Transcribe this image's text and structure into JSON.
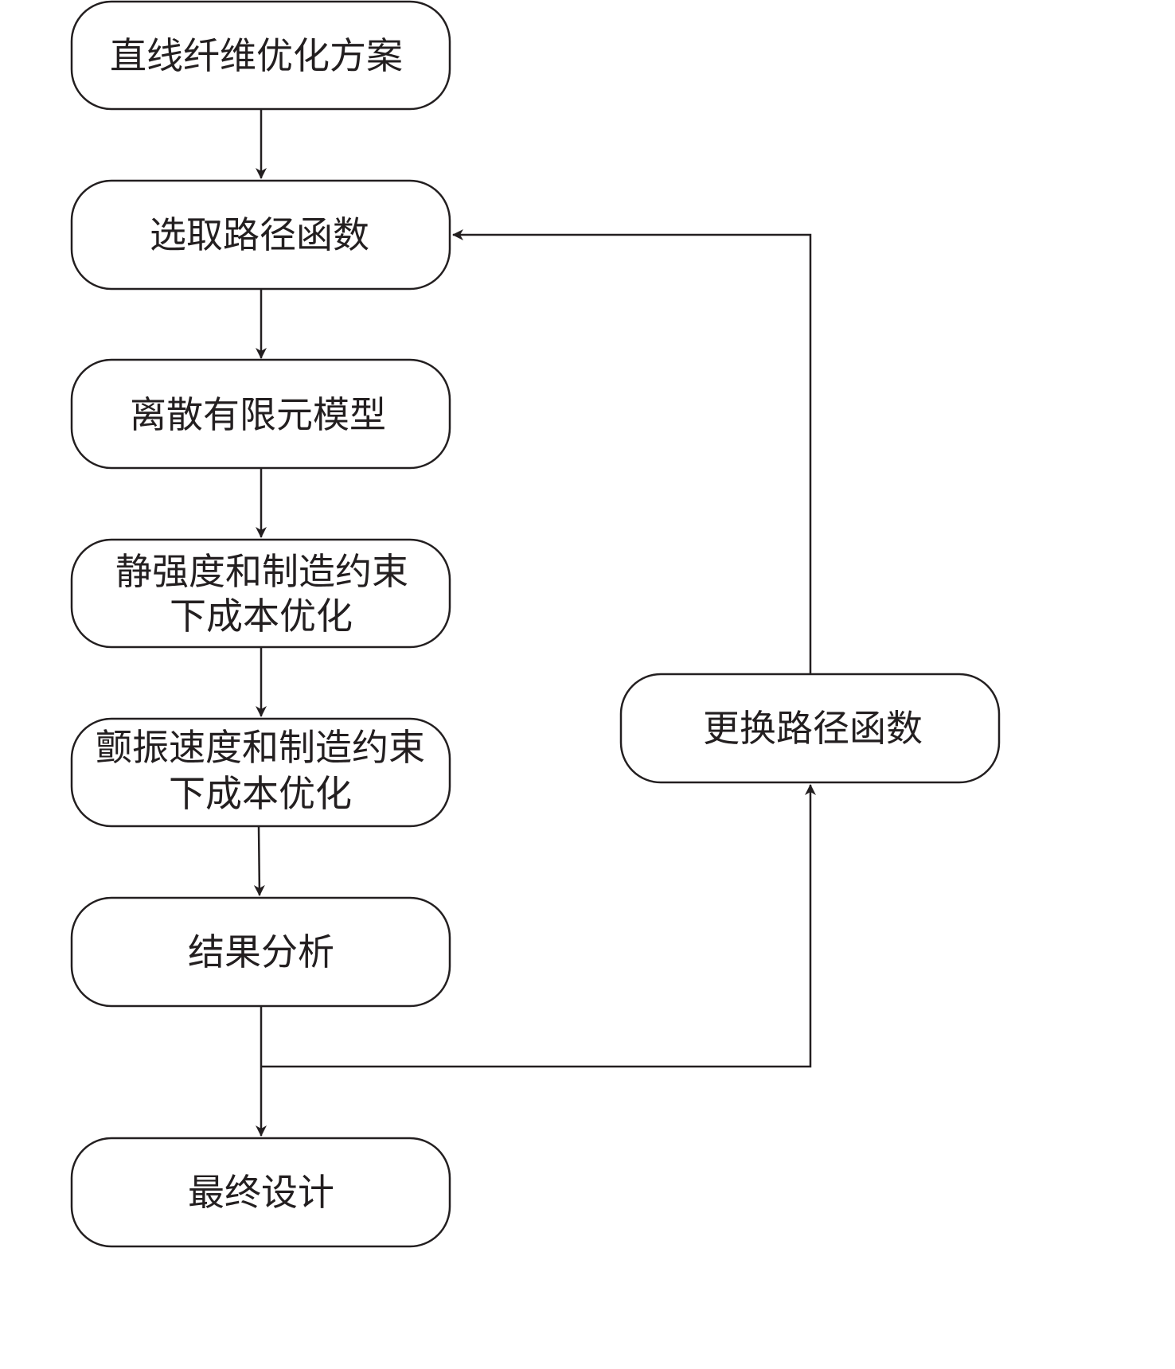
{
  "flowchart": {
    "nodes": {
      "start": "直线纤维优化方案",
      "select_path": "选取路径函数",
      "discrete_fe": "离散有限元模型",
      "static_opt": [
        "静强度和制造约束",
        "下成本优化"
      ],
      "flutter_opt": [
        "颤振速度和制造约束",
        "下成本优化"
      ],
      "analysis": "结果分析",
      "final": "最终设计",
      "change_path": "更换路径函数"
    }
  }
}
